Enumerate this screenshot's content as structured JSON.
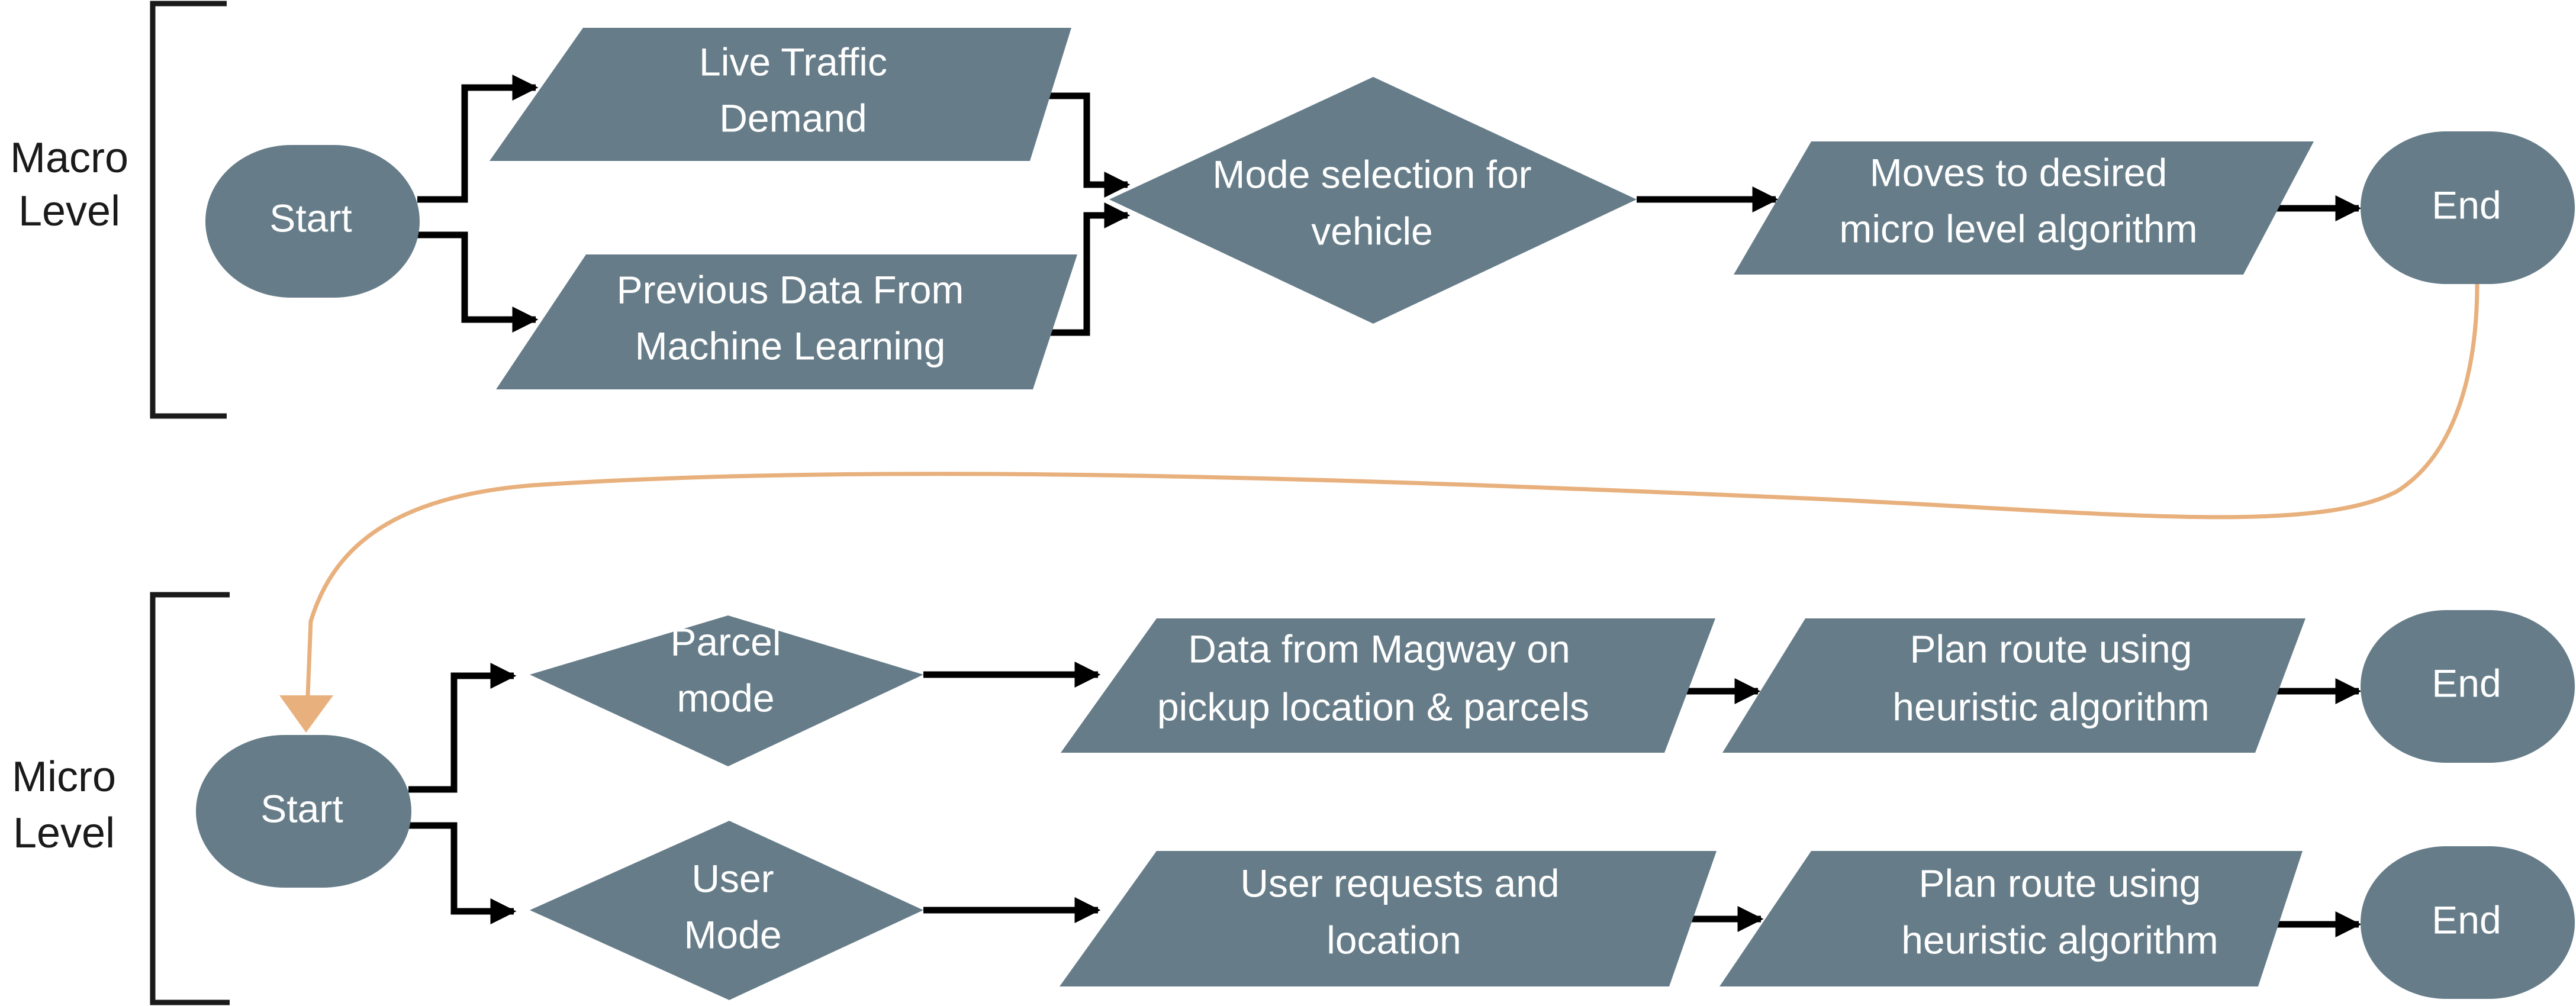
{
  "colors": {
    "shape_fill": "#667d89",
    "shape_text": "#ffffff",
    "connector": "#000000",
    "transition_curve": "#e8b07c",
    "bracket": "#1a1a1a"
  },
  "macro": {
    "label_line1": "Macro",
    "label_line2": "Level",
    "start": "Start",
    "live_traffic": [
      "Live Traffic",
      "Demand"
    ],
    "previous_data": [
      "Previous Data From",
      "Machine Learning"
    ],
    "mode_selection": [
      "Mode selection for",
      "vehicle"
    ],
    "moves_to": [
      "Moves to desired",
      "micro level algorithm"
    ],
    "end": "End"
  },
  "micro": {
    "label_line1": "Micro",
    "label_line2": "Level",
    "start": "Start",
    "parcel_mode": [
      "Parcel",
      "mode"
    ],
    "user_mode": [
      "User",
      "Mode"
    ],
    "parcel_data": [
      "Data from Magway on",
      "pickup location & parcels"
    ],
    "parcel_plan": [
      "Plan route using",
      "heuristic algorithm"
    ],
    "parcel_end": "End",
    "user_data": [
      "User requests and",
      "location"
    ],
    "user_plan": [
      "Plan route using",
      "heuristic algorithm"
    ],
    "user_end": "End"
  },
  "edges": [
    {
      "from": "macro.start",
      "to": "macro.live_traffic"
    },
    {
      "from": "macro.start",
      "to": "macro.previous_data"
    },
    {
      "from": "macro.live_traffic",
      "to": "macro.mode_selection"
    },
    {
      "from": "macro.previous_data",
      "to": "macro.mode_selection"
    },
    {
      "from": "macro.mode_selection",
      "to": "macro.moves_to"
    },
    {
      "from": "macro.moves_to",
      "to": "macro.end"
    },
    {
      "from": "macro.end",
      "to": "micro.start",
      "style": "curve"
    },
    {
      "from": "micro.start",
      "to": "micro.parcel_mode"
    },
    {
      "from": "micro.start",
      "to": "micro.user_mode"
    },
    {
      "from": "micro.parcel_mode",
      "to": "micro.parcel_data"
    },
    {
      "from": "micro.parcel_data",
      "to": "micro.parcel_plan"
    },
    {
      "from": "micro.parcel_plan",
      "to": "micro.parcel_end"
    },
    {
      "from": "micro.user_mode",
      "to": "micro.user_data"
    },
    {
      "from": "micro.user_data",
      "to": "micro.user_plan"
    },
    {
      "from": "micro.user_plan",
      "to": "micro.user_end"
    }
  ]
}
